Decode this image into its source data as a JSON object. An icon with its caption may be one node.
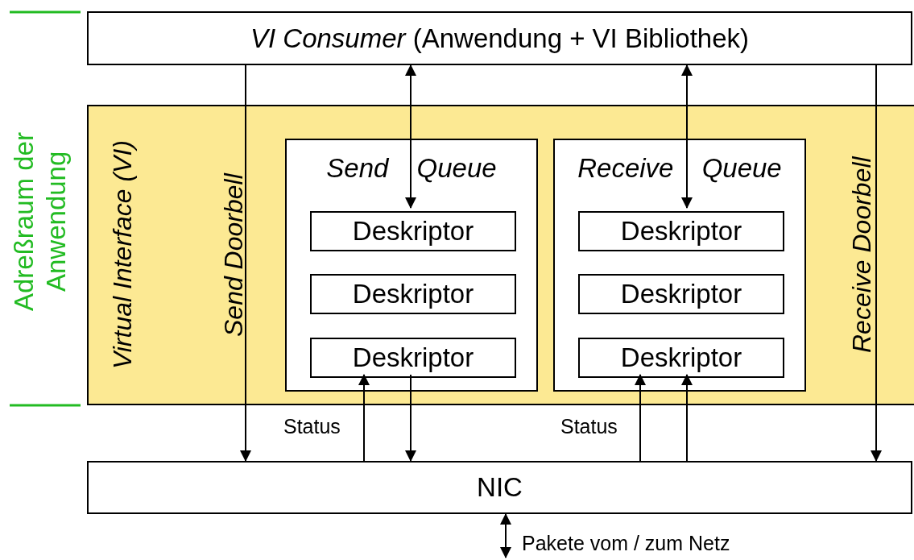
{
  "diagram": {
    "nodes": [
      {
        "text": [
          "*VI Consumer*  (Anwendung + VI Bibliothek)"
        ]
      },
      {
        "text": [
          "Virtual Interface (VI)",
          "Send Doorbell",
          "Receive Doorbell"
        ]
      },
      {
        "text": [
          "Send Queue"
        ],
        "in": 1
      },
      {
        "text": [
          "Deskriptor"
        ],
        "in": 2
      },
      {
        "text": [
          "Deskriptor"
        ],
        "in": 2
      },
      {
        "text": [
          "Deskriptor"
        ],
        "in": 2
      },
      {
        "text": [
          "Receive Queue"
        ],
        "in": 1
      },
      {
        "text": [
          "Deskriptor"
        ],
        "in": 6
      },
      {
        "text": [
          "Deskriptor"
        ],
        "in": 6
      },
      {
        "text": [
          "Deskriptor"
        ],
        "in": 6
      },
      {
        "text": [
          "NIC"
        ]
      }
    ],
    "edges": [
      {
        "from": 0,
        "to": 10,
        "arrow": "to"
      },
      {
        "from": 0,
        "to": 3,
        "arrow": "both"
      },
      {
        "from": 0,
        "to": 7,
        "arrow": "both"
      },
      {
        "from": 0,
        "to": 10,
        "arrow": "to"
      },
      {
        "from": 10,
        "to": 5,
        "arrow": "to",
        "label": "Status"
      },
      {
        "from": 5,
        "to": 10,
        "arrow": "to"
      },
      {
        "from": 10,
        "to": 9,
        "arrow": "to",
        "label": "Status"
      },
      {
        "from": 10,
        "to": 9,
        "arrow": "to"
      },
      {
        "from": 10,
        "to": null,
        "arrow": "both",
        "label": "Pakete vom / zum Netz"
      }
    ],
    "labels": [
      "Adreßraum der Anwendung"
    ]
  }
}
